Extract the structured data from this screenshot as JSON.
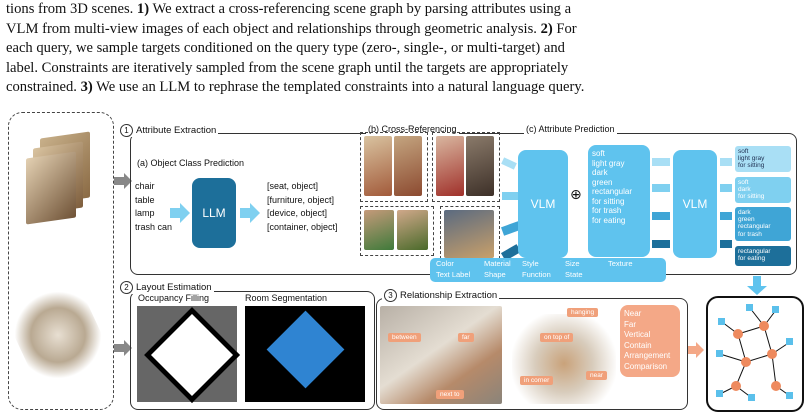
{
  "caption": {
    "line1_pre": "tions from 3D scenes. ",
    "line1_b1": "1)",
    "line1_post": " We extract a cross-referencing scene graph by parsing attributes using a",
    "line2_pre": "VLM from multi-view images of each object and relationships through geometric analysis. ",
    "line2_b2": "2)",
    "line2_post": " For",
    "line3": "each query, we sample targets conditioned on the query type (zero-, single-, or multi-target) and",
    "line4": "label. Constraints are iteratively sampled from the scene graph until the targets are appropriately",
    "line5_pre": "constrained. ",
    "line5_b3": "3)",
    "line5_post": " We use an LLM to rephrase the templated constraints into a natural language query."
  },
  "section1": {
    "number": "1",
    "title": "Attribute Extraction",
    "sub_a": "(a) Object Class Prediction",
    "sub_b": "(b) Cross-Referencing",
    "sub_c": "(c) Attribute Prediction",
    "classes": [
      "chair",
      "table",
      "lamp",
      "trash can"
    ],
    "llm_label": "LLM",
    "outputs": [
      "[seat, object]",
      "[furniture, object]",
      "[device, object]",
      "[container, object]"
    ],
    "vlm_label": "VLM",
    "plus": "⊕",
    "attr_list": [
      "soft",
      "light gray",
      "dark",
      "green",
      "rectangular",
      "for sitting",
      "for trash",
      "for eating"
    ],
    "vlm2_label": "VLM",
    "results": [
      [
        "soft",
        "light gray",
        "for sitting"
      ],
      [
        "soft",
        "dark",
        "for sitting"
      ],
      [
        "dark",
        "green",
        "rectangular",
        "for trash"
      ],
      [
        "rectangular",
        "for eating"
      ]
    ],
    "attr_types": [
      "Color",
      "Material",
      "Style",
      "Size",
      "Texture",
      "Text Label",
      "Shape",
      "Function",
      "State"
    ]
  },
  "section2": {
    "number": "2",
    "title": "Layout Estimation",
    "occ": "Occupancy Filling",
    "seg": "Room Segmentation"
  },
  "section3": {
    "number": "3",
    "title": "Relationship Extraction",
    "tags": [
      "between",
      "far",
      "next to",
      "on top of",
      "in corner",
      "near",
      "hanging"
    ],
    "relations": [
      "Near",
      "Far",
      "Vertical",
      "Contain",
      "Arrangement",
      "Comparison"
    ]
  },
  "colors": {
    "llm": "#1d6f9a",
    "vlm": "#5fc3ee",
    "relation": "#f4a887",
    "node": "#ee8a5e",
    "leaf": "#5bc0eb"
  }
}
